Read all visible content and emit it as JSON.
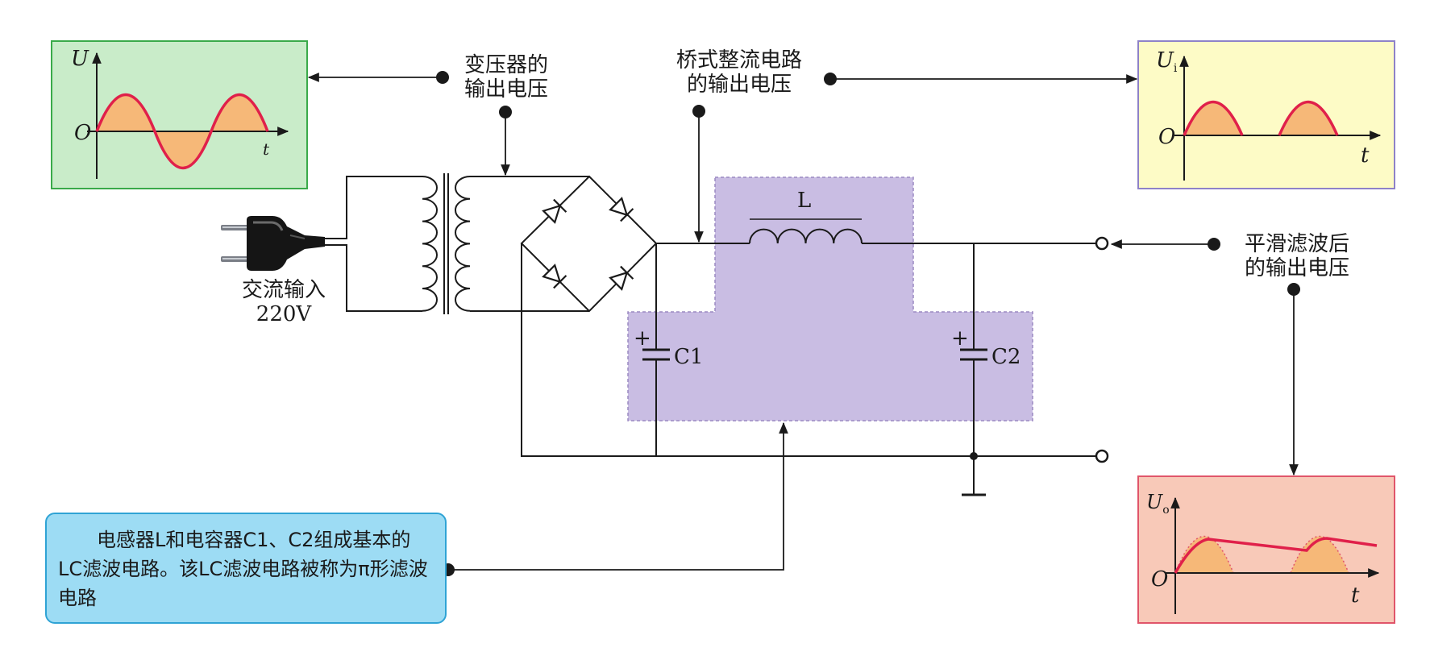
{
  "labels": {
    "transformer_output": [
      "变压器的",
      "输出电压"
    ],
    "bridge_output": [
      "桥式整流电路",
      "的输出电压"
    ],
    "smooth_output": [
      "平滑滤波后",
      "的输出电压"
    ],
    "ac_input": [
      "交流输入",
      "220V"
    ],
    "inductor": "L",
    "cap1": "C1",
    "cap2": "C2",
    "plus": "+"
  },
  "graphs": {
    "sine": {
      "y_axis": "U",
      "origin": "O",
      "x_axis": "t"
    },
    "rectified": {
      "y_axis": "U",
      "y_sub": "i",
      "origin": "O",
      "x_axis": "t"
    },
    "smoothed": {
      "y_axis": "U",
      "y_sub": "o",
      "origin": "O",
      "x_axis": "t"
    }
  },
  "note": {
    "text": "电感器L和电容器C1、C2组成基本的LC滤波电路。该LC滤波电路被称为π形滤波电路"
  },
  "colors": {
    "sine_bg": "#c9ecc9",
    "sine_border": "#3aaa4a",
    "rect_bg": "#fdfbc6",
    "rect_border": "#8e82c8",
    "smooth_bg": "#f8c9b8",
    "smooth_border": "#e0556a",
    "filter_zone": "#c9bde3",
    "curve": "#e0204a",
    "fill": "#f6b878",
    "note_bg": "#9ddcf4"
  }
}
